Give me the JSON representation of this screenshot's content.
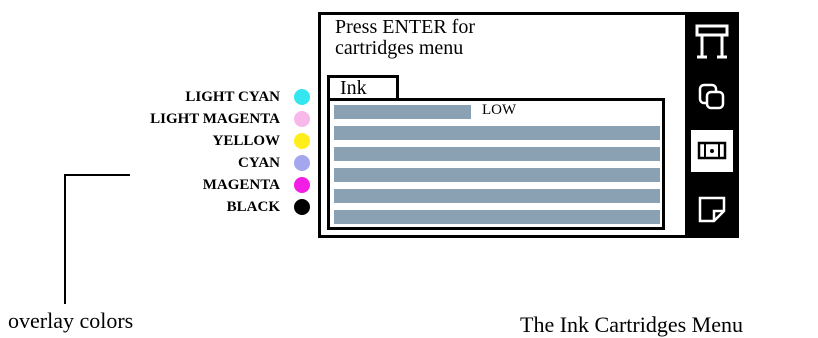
{
  "legend": {
    "items": [
      {
        "label": "LIGHT CYAN",
        "color": "#33e6f0"
      },
      {
        "label": "LIGHT MAGENTA",
        "color": "#f7b8ea"
      },
      {
        "label": "YELLOW",
        "color": "#ffee1a"
      },
      {
        "label": "CYAN",
        "color": "#a3a8ee"
      },
      {
        "label": "MAGENTA",
        "color": "#f21ee6"
      },
      {
        "label": "BLACK",
        "color": "#000000"
      }
    ]
  },
  "captions": {
    "overlay": "overlay colors",
    "title": "The Ink Cartridges Menu"
  },
  "panel": {
    "message_line1": "Press ENTER for",
    "message_line2": "cartridges menu",
    "tab_label": "Ink",
    "bar_color": "#8aa1b4",
    "low_label": "LOW",
    "ink_levels": [
      0.42,
      1.0,
      1.0,
      1.0,
      1.0,
      1.0
    ],
    "icons": [
      "printer-icon",
      "copy-pages-icon",
      "ink-cartridge-icon",
      "paper-sheet-icon"
    ],
    "selected_icon": "ink-cartridge-icon"
  }
}
